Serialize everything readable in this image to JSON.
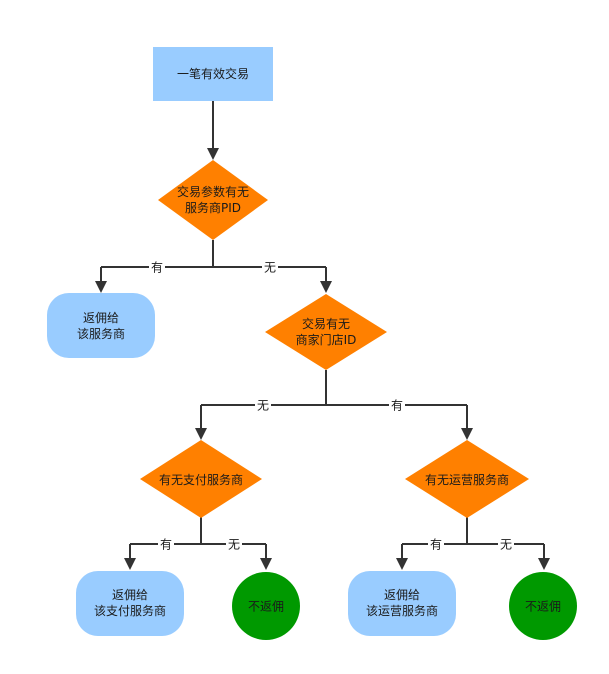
{
  "nodes": {
    "start": {
      "text": "一笔有效交易"
    },
    "q1": {
      "line1": "交易参数有无",
      "line2": "服务商PID"
    },
    "r1": {
      "line1": "返佣给",
      "line2": "该服务商"
    },
    "q2": {
      "line1": "交易有无",
      "line2": "商家门店ID"
    },
    "q3": {
      "text": "有无支付服务商"
    },
    "q4": {
      "text": "有无运营服务商"
    },
    "r2": {
      "line1": "返佣给",
      "line2": "该支付服务商"
    },
    "r3": {
      "text": "不返佣"
    },
    "r4": {
      "line1": "返佣给",
      "line2": "该运营服务商"
    },
    "r5": {
      "text": "不返佣"
    }
  },
  "edges": {
    "q1_yes": "有",
    "q1_no": "无",
    "q2_no": "无",
    "q2_yes": "有",
    "q3_yes": "有",
    "q3_no": "无",
    "q4_yes": "有",
    "q4_no": "无"
  },
  "colors": {
    "process": "#99ccff",
    "decision": "#ff8000",
    "terminal_green": "#009900",
    "line": "#333333"
  }
}
